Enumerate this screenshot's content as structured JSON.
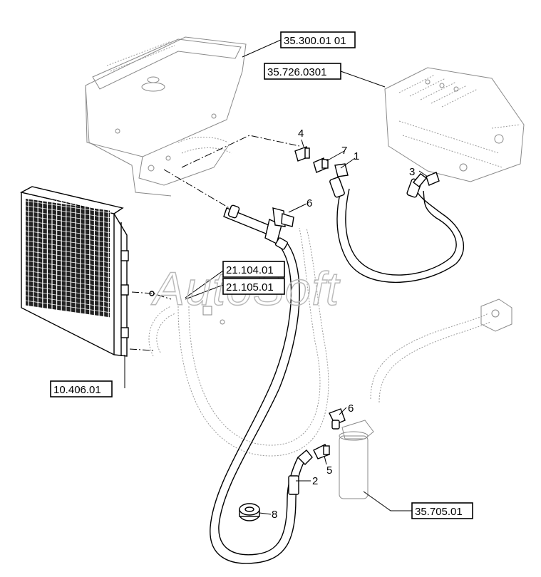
{
  "watermark": "AutoSoft",
  "references": {
    "tank": "35.300.01 01",
    "valve_block": "35.726.0301",
    "radiator": "10.406.01",
    "ref_a": "21.104.01",
    "ref_b": "21.105.01",
    "filter": "35.705.01"
  },
  "callouts": {
    "c1": "1",
    "c2": "2",
    "c3": "3",
    "c4": "4",
    "c5": "5",
    "c6a": "6",
    "c6b": "6",
    "c7": "7",
    "c8": "8"
  }
}
